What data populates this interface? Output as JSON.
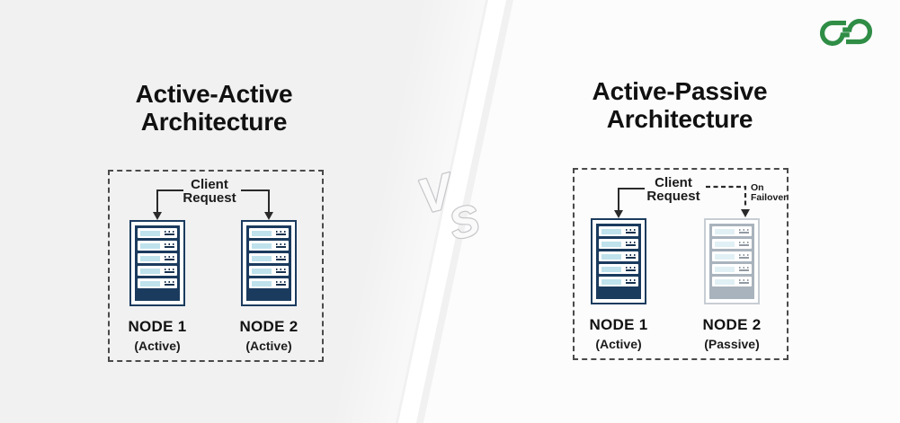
{
  "divider": {
    "letter_v": "V",
    "letter_s": "S"
  },
  "panels": [
    {
      "id": "active-active",
      "title_line1": "Active-Active",
      "title_line2": "Architecture",
      "client_request_line1": "Client",
      "client_request_line2": "Request",
      "nodes": [
        {
          "name": "NODE 1",
          "state": "(Active)",
          "style": "active"
        },
        {
          "name": "NODE 2",
          "state": "(Active)",
          "style": "active"
        }
      ]
    },
    {
      "id": "active-passive",
      "title_line1": "Active-Passive",
      "title_line2": "Architecture",
      "client_request_line1": "Client",
      "client_request_line2": "Request",
      "failover_line1": "On",
      "failover_line2": "Failover",
      "nodes": [
        {
          "name": "NODE 1",
          "state": "(Active)",
          "style": "active"
        },
        {
          "name": "NODE 2",
          "state": "(Passive)",
          "style": "passive"
        }
      ]
    }
  ],
  "colors": {
    "bg_left": "#f1f1f2",
    "bg_right": "#fcfcfd",
    "stripe": "#ffffff",
    "ink": "#111111",
    "line": "#2a2a2a",
    "border_dash": "#4a4a4a",
    "navy": "#1b3b5e",
    "cyan": "#bfe2ec",
    "detail_navy": "#17324f",
    "passive_border": "#c7cdd4",
    "passive_body": "#a9b3bd",
    "passive_cyan": "#e1f0f4",
    "passive_detail": "#919aa3",
    "green": "#2f8d46",
    "vs_fill": "#fafafb",
    "vs_outline": "#c6c6c9"
  }
}
